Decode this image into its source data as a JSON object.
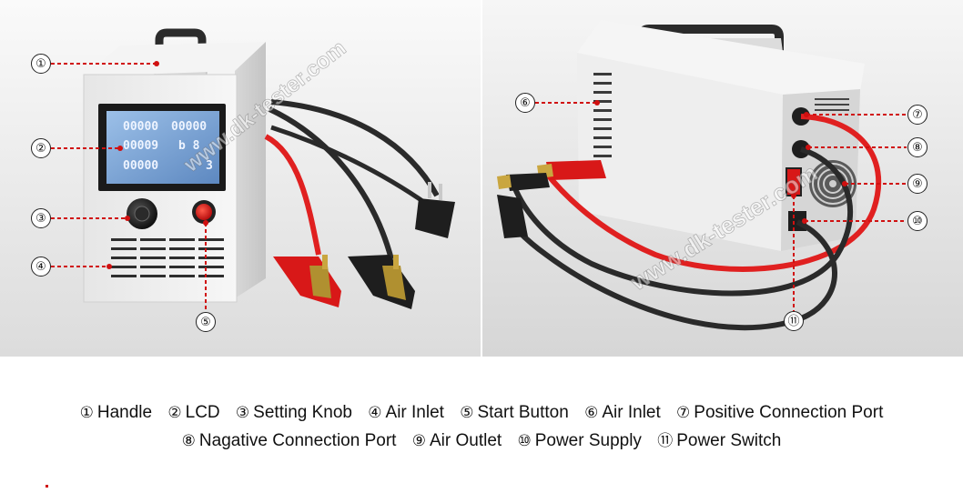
{
  "watermark_text": "www.dk-tester.com",
  "lcd": {
    "row1_left": "00000",
    "row1_right": "00000",
    "row2_left": "00009",
    "row2_right": "b 8",
    "row3_left": "00000",
    "row3_right": "3"
  },
  "callouts": [
    {
      "num": "①"
    },
    {
      "num": "②"
    },
    {
      "num": "③"
    },
    {
      "num": "④"
    },
    {
      "num": "⑤"
    },
    {
      "num": "⑥"
    },
    {
      "num": "⑦"
    },
    {
      "num": "⑧"
    },
    {
      "num": "⑨"
    },
    {
      "num": "⑩"
    },
    {
      "num": "⑪"
    }
  ],
  "legend": {
    "line1": [
      {
        "num": "①",
        "label": "Handle"
      },
      {
        "num": "②",
        "label": "LCD"
      },
      {
        "num": "③",
        "label": "Setting Knob"
      },
      {
        "num": "④",
        "label": "Air Inlet"
      },
      {
        "num": "⑤",
        "label": "Start Button"
      },
      {
        "num": "⑥",
        "label": "Air Inlet"
      },
      {
        "num": "⑦",
        "label": "Positive Connection Port"
      }
    ],
    "line2": [
      {
        "num": "⑧",
        "label": "Nagative Connection Port"
      },
      {
        "num": "⑨",
        "label": "Air Outlet"
      },
      {
        "num": "⑩",
        "label": "Power Supply"
      },
      {
        "num": "⑪",
        "label": "Power Switch"
      }
    ]
  },
  "colors": {
    "leader_red": "#d01010",
    "cable_red": "#e02020",
    "cable_black": "#2a2a2a",
    "body_white": "#f2f2f2",
    "lcd_blue": "#7aa6d8"
  }
}
